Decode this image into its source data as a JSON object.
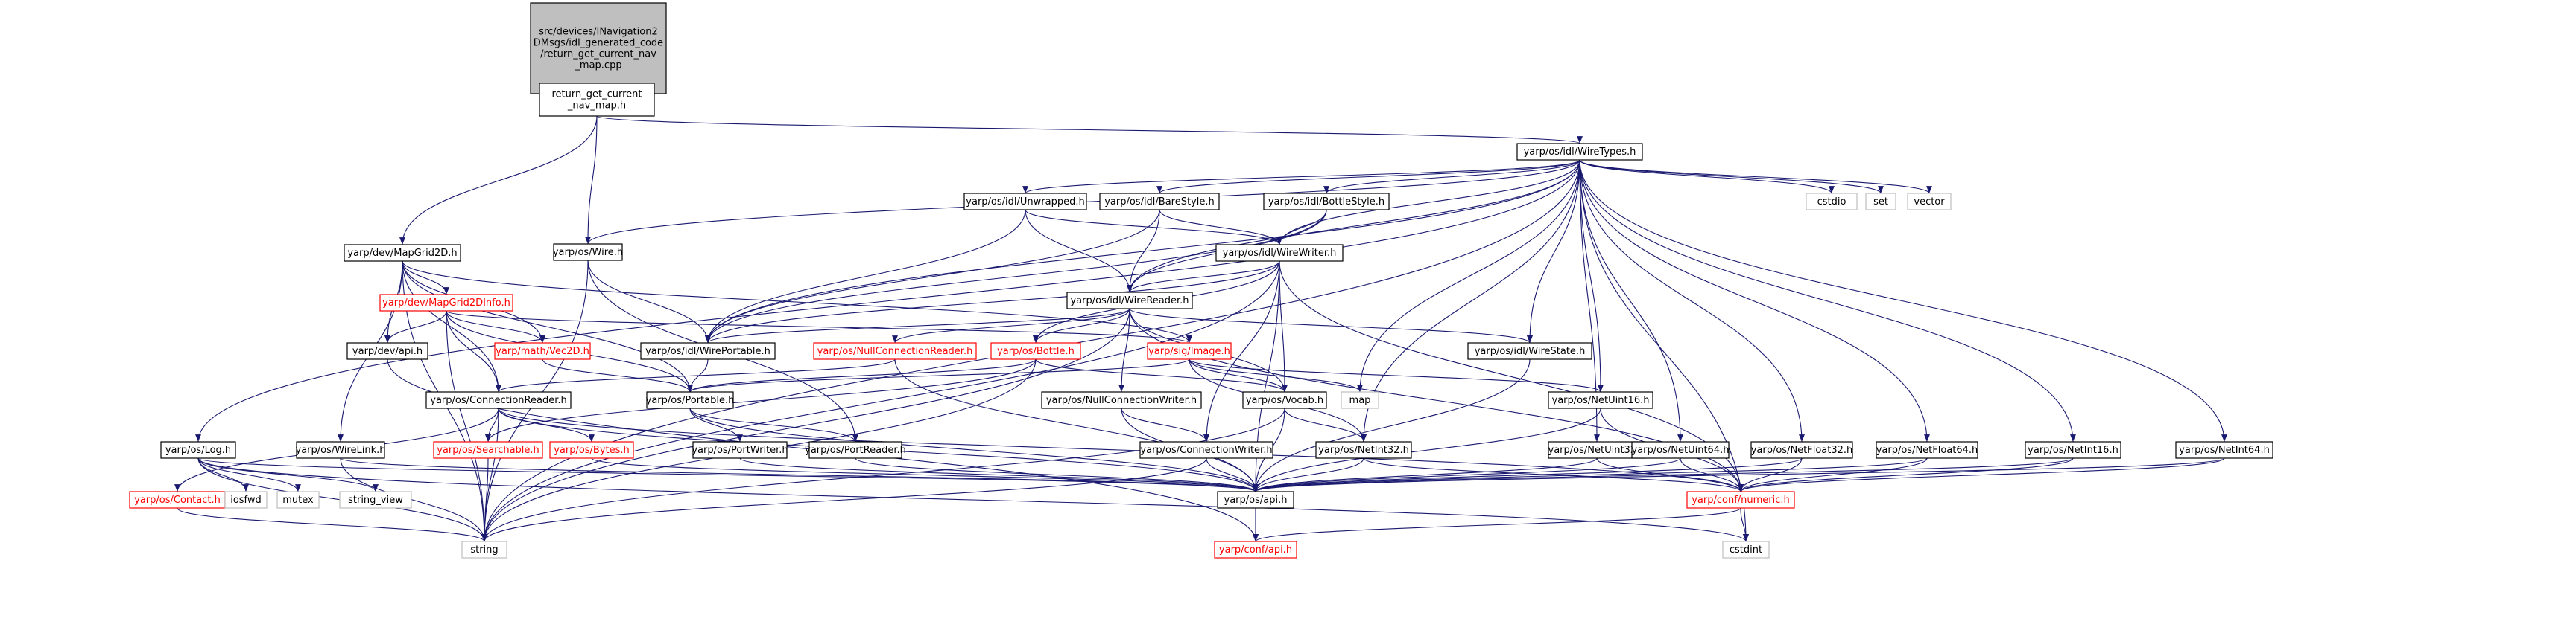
{
  "colors": {
    "edge": "#191970",
    "node_border_black": "#000000",
    "node_border_red": "#ff0000",
    "node_border_gray": "#bfbfbf",
    "root_fill": "#bfbfbf",
    "red_text": "#ff0000"
  },
  "nodes": [
    {
      "id": "root",
      "lines": [
        "src/devices/INavigation2",
        "DMsgs/idl_generated_code",
        "/return_get_current_nav",
        "_map.cpp"
      ],
      "style": "root"
    },
    {
      "id": "rgcnm",
      "lines": [
        "return_get_current",
        "_nav_map.h"
      ],
      "style": "black"
    },
    {
      "id": "wiretypes",
      "lines": [
        "yarp/os/idl/WireTypes.h"
      ],
      "style": "black"
    },
    {
      "id": "mapgrid2d",
      "lines": [
        "yarp/dev/MapGrid2D.h"
      ],
      "style": "black"
    },
    {
      "id": "wire",
      "lines": [
        "yarp/os/Wire.h"
      ],
      "style": "black"
    },
    {
      "id": "unwrapped",
      "lines": [
        "yarp/os/idl/Unwrapped.h"
      ],
      "style": "black"
    },
    {
      "id": "barestyle",
      "lines": [
        "yarp/os/idl/BareStyle.h"
      ],
      "style": "black"
    },
    {
      "id": "bottlestyle",
      "lines": [
        "yarp/os/idl/BottleStyle.h"
      ],
      "style": "black"
    },
    {
      "id": "cstdio",
      "lines": [
        "cstdio"
      ],
      "style": "gray"
    },
    {
      "id": "set",
      "lines": [
        "set"
      ],
      "style": "gray"
    },
    {
      "id": "vector",
      "lines": [
        "vector"
      ],
      "style": "gray"
    },
    {
      "id": "mapgrid2dinfo",
      "lines": [
        "yarp/dev/MapGrid2DInfo.h"
      ],
      "style": "red"
    },
    {
      "id": "wirewriter",
      "lines": [
        "yarp/os/idl/WireWriter.h"
      ],
      "style": "black"
    },
    {
      "id": "wirereader",
      "lines": [
        "yarp/os/idl/WireReader.h"
      ],
      "style": "black"
    },
    {
      "id": "devapi",
      "lines": [
        "yarp/dev/api.h"
      ],
      "style": "black"
    },
    {
      "id": "vec2d",
      "lines": [
        "yarp/math/Vec2D.h"
      ],
      "style": "red"
    },
    {
      "id": "wireportable",
      "lines": [
        "yarp/os/idl/WirePortable.h"
      ],
      "style": "black"
    },
    {
      "id": "nullconnreader",
      "lines": [
        "yarp/os/NullConnectionReader.h"
      ],
      "style": "red"
    },
    {
      "id": "bottle",
      "lines": [
        "yarp/os/Bottle.h"
      ],
      "style": "red"
    },
    {
      "id": "image",
      "lines": [
        "yarp/sig/Image.h"
      ],
      "style": "red"
    },
    {
      "id": "wirestate",
      "lines": [
        "yarp/os/idl/WireState.h"
      ],
      "style": "black"
    },
    {
      "id": "connreader",
      "lines": [
        "yarp/os/ConnectionReader.h"
      ],
      "style": "black"
    },
    {
      "id": "portable",
      "lines": [
        "yarp/os/Portable.h"
      ],
      "style": "black"
    },
    {
      "id": "nullconnwriter",
      "lines": [
        "yarp/os/NullConnectionWriter.h"
      ],
      "style": "black"
    },
    {
      "id": "vocab",
      "lines": [
        "yarp/os/Vocab.h"
      ],
      "style": "black"
    },
    {
      "id": "map",
      "lines": [
        "map"
      ],
      "style": "gray"
    },
    {
      "id": "netuint16",
      "lines": [
        "yarp/os/NetUint16.h"
      ],
      "style": "black"
    },
    {
      "id": "log",
      "lines": [
        "yarp/os/Log.h"
      ],
      "style": "black"
    },
    {
      "id": "wirelink",
      "lines": [
        "yarp/os/WireLink.h"
      ],
      "style": "black"
    },
    {
      "id": "searchable",
      "lines": [
        "yarp/os/Searchable.h"
      ],
      "style": "red"
    },
    {
      "id": "bytes",
      "lines": [
        "yarp/os/Bytes.h"
      ],
      "style": "red"
    },
    {
      "id": "portwriter",
      "lines": [
        "yarp/os/PortWriter.h"
      ],
      "style": "black"
    },
    {
      "id": "portreader",
      "lines": [
        "yarp/os/PortReader.h"
      ],
      "style": "black"
    },
    {
      "id": "connwriter",
      "lines": [
        "yarp/os/ConnectionWriter.h"
      ],
      "style": "black"
    },
    {
      "id": "netint32",
      "lines": [
        "yarp/os/NetInt32.h"
      ],
      "style": "black"
    },
    {
      "id": "netuint32",
      "lines": [
        "yarp/os/NetUint32.h"
      ],
      "style": "black"
    },
    {
      "id": "netuint64",
      "lines": [
        "yarp/os/NetUint64.h"
      ],
      "style": "black"
    },
    {
      "id": "netfloat32",
      "lines": [
        "yarp/os/NetFloat32.h"
      ],
      "style": "black"
    },
    {
      "id": "netfloat64",
      "lines": [
        "yarp/os/NetFloat64.h"
      ],
      "style": "black"
    },
    {
      "id": "netint16",
      "lines": [
        "yarp/os/NetInt16.h"
      ],
      "style": "black"
    },
    {
      "id": "netint64",
      "lines": [
        "yarp/os/NetInt64.h"
      ],
      "style": "black"
    },
    {
      "id": "contact",
      "lines": [
        "yarp/os/Contact.h"
      ],
      "style": "red"
    },
    {
      "id": "iosfwd",
      "lines": [
        "iosfwd"
      ],
      "style": "gray"
    },
    {
      "id": "mutex",
      "lines": [
        "mutex"
      ],
      "style": "gray"
    },
    {
      "id": "string_view",
      "lines": [
        "string_view"
      ],
      "style": "gray"
    },
    {
      "id": "osapi",
      "lines": [
        "yarp/os/api.h"
      ],
      "style": "black"
    },
    {
      "id": "numeric",
      "lines": [
        "yarp/conf/numeric.h"
      ],
      "style": "red"
    },
    {
      "id": "string",
      "lines": [
        "string"
      ],
      "style": "gray"
    },
    {
      "id": "confapi",
      "lines": [
        "yarp/conf/api.h"
      ],
      "style": "red"
    },
    {
      "id": "cstdint",
      "lines": [
        "cstdint"
      ],
      "style": "gray"
    }
  ],
  "edges": [
    [
      "root",
      "rgcnm"
    ],
    [
      "rgcnm",
      "wiretypes"
    ],
    [
      "rgcnm",
      "mapgrid2d"
    ],
    [
      "rgcnm",
      "wire"
    ],
    [
      "wiretypes",
      "unwrapped"
    ],
    [
      "wiretypes",
      "barestyle"
    ],
    [
      "wiretypes",
      "bottlestyle"
    ],
    [
      "wiretypes",
      "cstdio"
    ],
    [
      "wiretypes",
      "set"
    ],
    [
      "wiretypes",
      "vector"
    ],
    [
      "wiretypes",
      "wire"
    ],
    [
      "wiretypes",
      "wirewriter"
    ],
    [
      "wiretypes",
      "wirereader"
    ],
    [
      "wiretypes",
      "wireportable"
    ],
    [
      "wiretypes",
      "wirestate"
    ],
    [
      "wiretypes",
      "map"
    ],
    [
      "wiretypes",
      "netuint16"
    ],
    [
      "wiretypes",
      "netuint32"
    ],
    [
      "wiretypes",
      "netuint64"
    ],
    [
      "wiretypes",
      "netfloat32"
    ],
    [
      "wiretypes",
      "netfloat64"
    ],
    [
      "wiretypes",
      "netint16"
    ],
    [
      "wiretypes",
      "netint64"
    ],
    [
      "wiretypes",
      "netint32"
    ],
    [
      "wiretypes",
      "log"
    ],
    [
      "wiretypes",
      "string"
    ],
    [
      "wiretypes",
      "cstdint"
    ],
    [
      "unwrapped",
      "wirewriter"
    ],
    [
      "unwrapped",
      "wirereader"
    ],
    [
      "unwrapped",
      "wireportable"
    ],
    [
      "barestyle",
      "wirewriter"
    ],
    [
      "barestyle",
      "wirereader"
    ],
    [
      "barestyle",
      "wireportable"
    ],
    [
      "bottlestyle",
      "wirewriter"
    ],
    [
      "bottlestyle",
      "wirereader"
    ],
    [
      "bottlestyle",
      "wireportable"
    ],
    [
      "mapgrid2d",
      "mapgrid2dinfo"
    ],
    [
      "mapgrid2d",
      "devapi"
    ],
    [
      "mapgrid2d",
      "vec2d"
    ],
    [
      "mapgrid2d",
      "image"
    ],
    [
      "mapgrid2d",
      "portable"
    ],
    [
      "mapgrid2d",
      "connreader"
    ],
    [
      "mapgrid2d",
      "wirelink"
    ],
    [
      "mapgrid2d",
      "string"
    ],
    [
      "wire",
      "portreader"
    ],
    [
      "wire",
      "wireportable"
    ],
    [
      "wire",
      "string"
    ],
    [
      "mapgrid2dinfo",
      "devapi"
    ],
    [
      "mapgrid2dinfo",
      "vec2d"
    ],
    [
      "mapgrid2dinfo",
      "image"
    ],
    [
      "mapgrid2dinfo",
      "portable"
    ],
    [
      "mapgrid2dinfo",
      "connreader"
    ],
    [
      "mapgrid2dinfo",
      "string"
    ],
    [
      "wirewriter",
      "wirereader"
    ],
    [
      "wirewriter",
      "wireportable"
    ],
    [
      "wirewriter",
      "bottle"
    ],
    [
      "wirewriter",
      "vocab"
    ],
    [
      "wirewriter",
      "connwriter"
    ],
    [
      "wirewriter",
      "osapi"
    ],
    [
      "wirewriter",
      "numeric"
    ],
    [
      "wirewriter",
      "string"
    ],
    [
      "wirereader",
      "wireportable"
    ],
    [
      "wirereader",
      "nullconnreader"
    ],
    [
      "wirereader",
      "bottle"
    ],
    [
      "wirereader",
      "wirestate"
    ],
    [
      "wirereader",
      "nullconnwriter"
    ],
    [
      "wirereader",
      "vocab"
    ],
    [
      "wirereader",
      "numeric"
    ],
    [
      "wirereader",
      "string"
    ],
    [
      "devapi",
      "confapi"
    ],
    [
      "vec2d",
      "portable"
    ],
    [
      "wireportable",
      "portable"
    ],
    [
      "nullconnreader",
      "connreader"
    ],
    [
      "nullconnreader",
      "osapi"
    ],
    [
      "bottle",
      "portable"
    ],
    [
      "bottle",
      "searchable"
    ],
    [
      "bottle",
      "vocab"
    ],
    [
      "bottle",
      "string"
    ],
    [
      "image",
      "portable"
    ],
    [
      "image",
      "vocab"
    ],
    [
      "image",
      "netint32"
    ],
    [
      "image",
      "netuint16"
    ],
    [
      "image",
      "map"
    ],
    [
      "wirestate",
      "osapi"
    ],
    [
      "connreader",
      "searchable"
    ],
    [
      "connreader",
      "bytes"
    ],
    [
      "connreader",
      "contact"
    ],
    [
      "connreader",
      "numeric"
    ],
    [
      "connreader",
      "osapi"
    ],
    [
      "connreader",
      "string"
    ],
    [
      "portable",
      "portwriter"
    ],
    [
      "portable",
      "portreader"
    ],
    [
      "portable",
      "osapi"
    ],
    [
      "nullconnwriter",
      "connwriter"
    ],
    [
      "nullconnwriter",
      "osapi"
    ],
    [
      "vocab",
      "netint32"
    ],
    [
      "vocab",
      "osapi"
    ],
    [
      "vocab",
      "string"
    ],
    [
      "netuint16",
      "osapi"
    ],
    [
      "netuint16",
      "numeric"
    ],
    [
      "log",
      "osapi"
    ],
    [
      "log",
      "iosfwd"
    ],
    [
      "log",
      "mutex"
    ],
    [
      "log",
      "string_view"
    ],
    [
      "log",
      "string"
    ],
    [
      "log",
      "cstdint"
    ],
    [
      "wirelink",
      "osapi"
    ],
    [
      "wirelink",
      "string"
    ],
    [
      "searchable",
      "string"
    ],
    [
      "bytes",
      "osapi"
    ],
    [
      "portwriter",
      "osapi"
    ],
    [
      "portreader",
      "osapi"
    ],
    [
      "connwriter",
      "osapi"
    ],
    [
      "connwriter",
      "string"
    ],
    [
      "netint32",
      "osapi"
    ],
    [
      "netint32",
      "numeric"
    ],
    [
      "netuint32",
      "osapi"
    ],
    [
      "netuint32",
      "numeric"
    ],
    [
      "netuint64",
      "osapi"
    ],
    [
      "netuint64",
      "numeric"
    ],
    [
      "netfloat32",
      "osapi"
    ],
    [
      "netfloat32",
      "numeric"
    ],
    [
      "netfloat64",
      "osapi"
    ],
    [
      "netfloat64",
      "numeric"
    ],
    [
      "netint16",
      "osapi"
    ],
    [
      "netint16",
      "numeric"
    ],
    [
      "netint64",
      "osapi"
    ],
    [
      "netint64",
      "numeric"
    ],
    [
      "contact",
      "string"
    ],
    [
      "osapi",
      "confapi"
    ],
    [
      "numeric",
      "confapi"
    ],
    [
      "numeric",
      "cstdint"
    ]
  ]
}
